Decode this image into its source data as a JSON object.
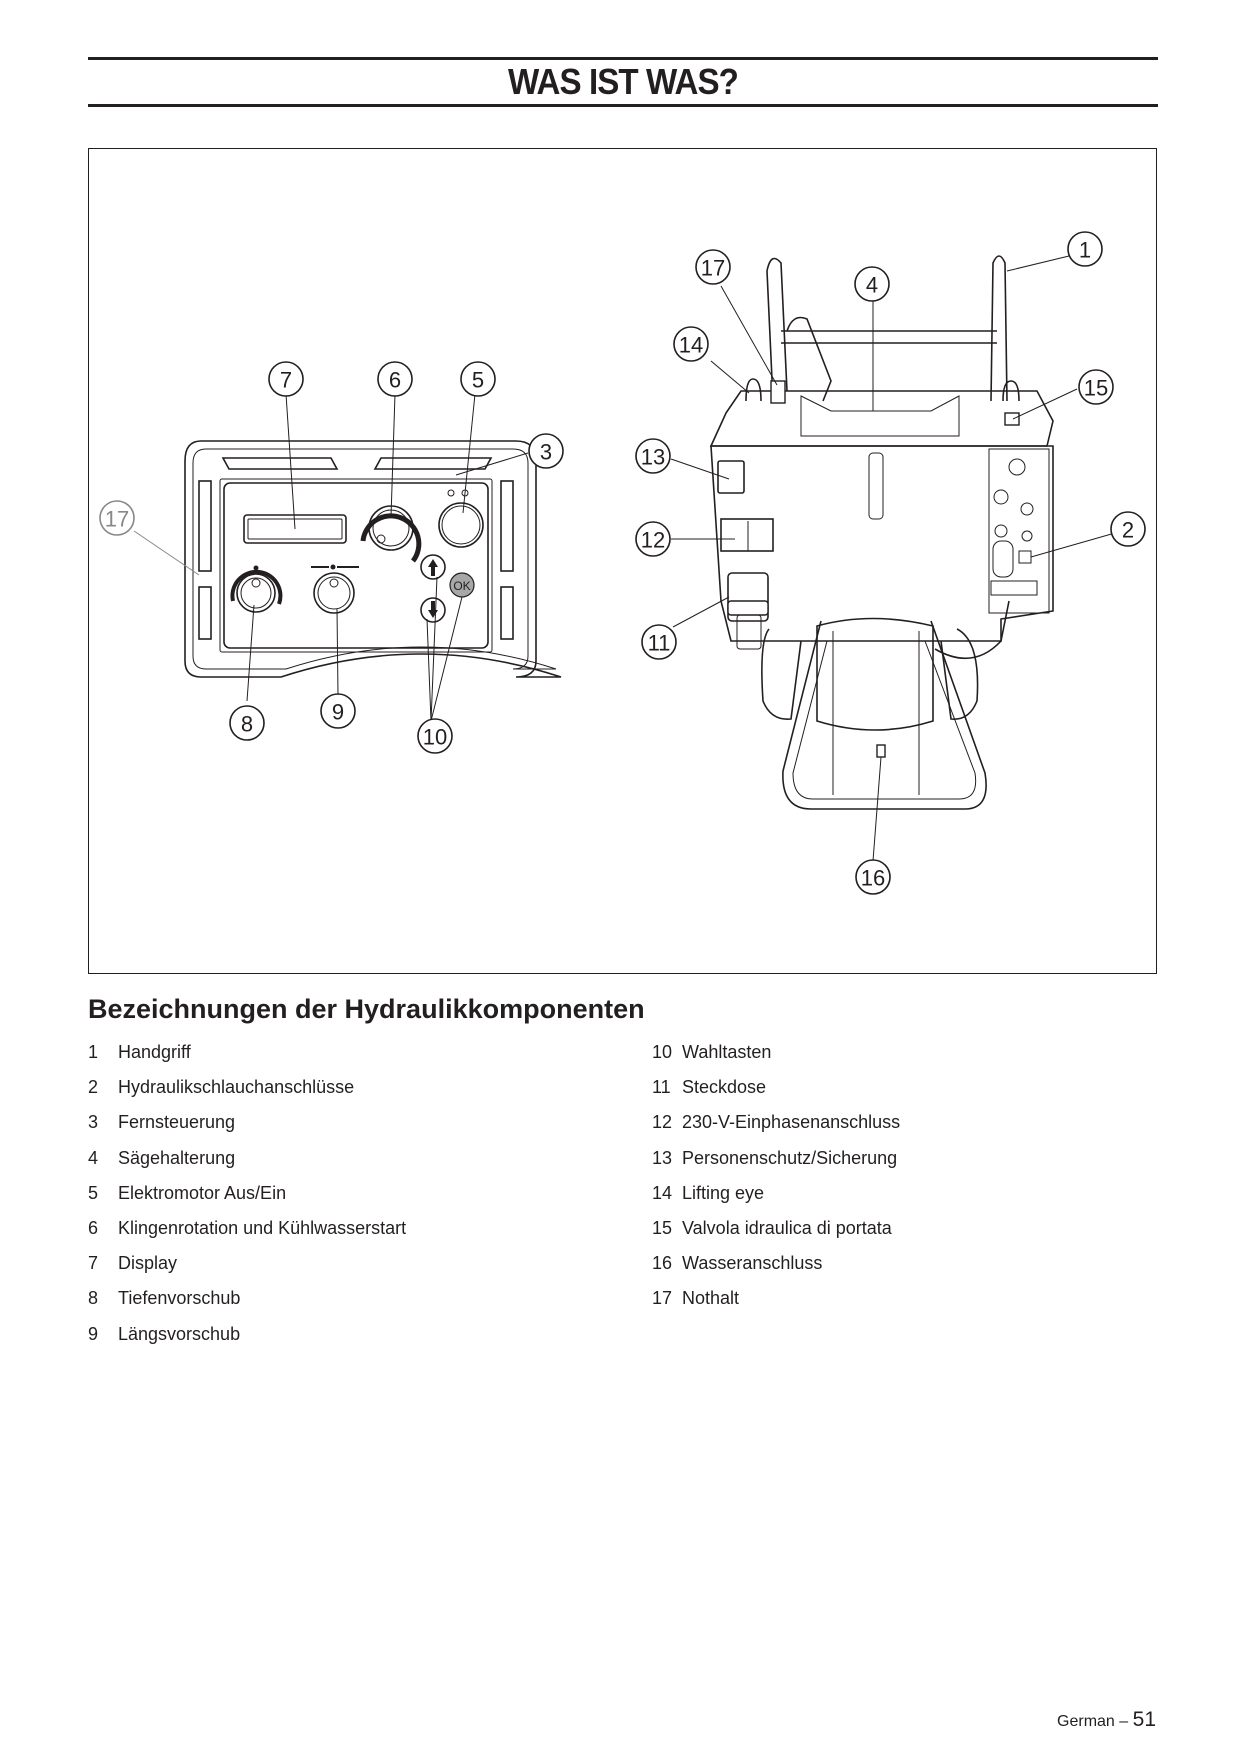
{
  "page": {
    "title": "WAS IST WAS?",
    "section_heading": "Bezeichnungen der Hydraulikkomponenten",
    "footer": {
      "language": "German",
      "separator": "–",
      "page_number": "51"
    }
  },
  "figure": {
    "control_panel": {
      "ok_button_label": "OK",
      "callouts": [
        "7",
        "6",
        "5",
        "3",
        "17",
        "8",
        "9",
        "10"
      ]
    },
    "machine": {
      "callouts": [
        "17",
        "4",
        "1",
        "14",
        "15",
        "13",
        "12",
        "2",
        "11",
        "16"
      ]
    }
  },
  "legend": {
    "left": [
      {
        "num": "1",
        "label": "Handgriff"
      },
      {
        "num": "2",
        "label": "Hydraulikschlauchanschlüsse"
      },
      {
        "num": "3",
        "label": "Fernsteuerung"
      },
      {
        "num": "4",
        "label": "Sägehalterung"
      },
      {
        "num": "5",
        "label": "Elektromotor Aus/Ein"
      },
      {
        "num": "6",
        "label": "Klingenrotation und Kühlwasserstart"
      },
      {
        "num": "7",
        "label": "Display"
      },
      {
        "num": "8",
        "label": "Tiefenvorschub"
      },
      {
        "num": "9",
        "label": "Längsvorschub"
      }
    ],
    "right": [
      {
        "num": "10",
        "label": "Wahltasten"
      },
      {
        "num": "11",
        "label": "Steckdose"
      },
      {
        "num": "12",
        "label": "230-V-Einphasenanschluss"
      },
      {
        "num": "13",
        "label": "Personenschutz/Sicherung"
      },
      {
        "num": "14",
        "label": "Lifting eye"
      },
      {
        "num": "15",
        "label": "Valvola idraulica di portata"
      },
      {
        "num": "16",
        "label": "Wasseranschluss"
      },
      {
        "num": "17",
        "label": "Nothalt"
      }
    ]
  }
}
